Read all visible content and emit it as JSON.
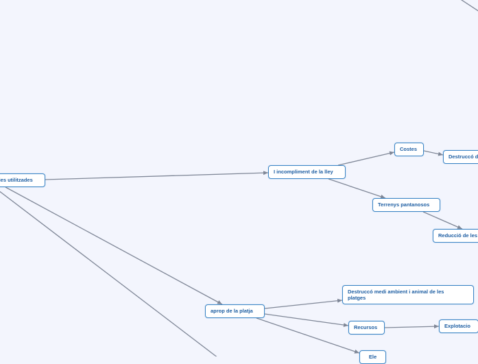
{
  "diagram": {
    "nodes": [
      {
        "id": "root",
        "label": "gies utilitzades"
      },
      {
        "id": "incompliment",
        "label": "I incompliment de la lley"
      },
      {
        "id": "costes",
        "label": "Costes"
      },
      {
        "id": "destruccio_costes",
        "label": "Destruccó d"
      },
      {
        "id": "terrenys",
        "label": "Terrenys pantanosos"
      },
      {
        "id": "reduccio",
        "label": "Reducció de les"
      },
      {
        "id": "aprop",
        "label": "aprop de la platja"
      },
      {
        "id": "destruccio_medi",
        "label": "Destruccó medi ambient i animal de les platges"
      },
      {
        "id": "recursos",
        "label": "Recursos"
      },
      {
        "id": "explotacio",
        "label": "Explotacio"
      },
      {
        "id": "partial_node",
        "label": "Ele"
      }
    ],
    "edges": [
      {
        "from": "root",
        "to": "incompliment",
        "arrow": true
      },
      {
        "from": "incompliment",
        "to": "costes",
        "arrow": true
      },
      {
        "from": "costes",
        "to": "destruccio_costes",
        "arrow": true
      },
      {
        "from": "incompliment",
        "to": "terrenys",
        "arrow": true
      },
      {
        "from": "terrenys",
        "to": "reduccio",
        "arrow": true
      },
      {
        "from": "root",
        "to": "aprop",
        "arrow": true
      },
      {
        "from": "aprop",
        "to": "destruccio_medi",
        "arrow": true
      },
      {
        "from": "aprop",
        "to": "recursos",
        "arrow": true
      },
      {
        "from": "recursos",
        "to": "explotacio",
        "arrow": true
      },
      {
        "from": "aprop",
        "to": "partial_node",
        "arrow": true
      },
      {
        "from": "root",
        "to": "offscreen_bottom",
        "arrow": false
      },
      {
        "from": "offscreen_top",
        "to": "offscreen_top_end",
        "arrow": false
      }
    ],
    "colors": {
      "background": "#f3f5fd",
      "node_border": "#3d86c6",
      "node_text": "#1f5fa3",
      "connector": "#7f8797"
    }
  }
}
